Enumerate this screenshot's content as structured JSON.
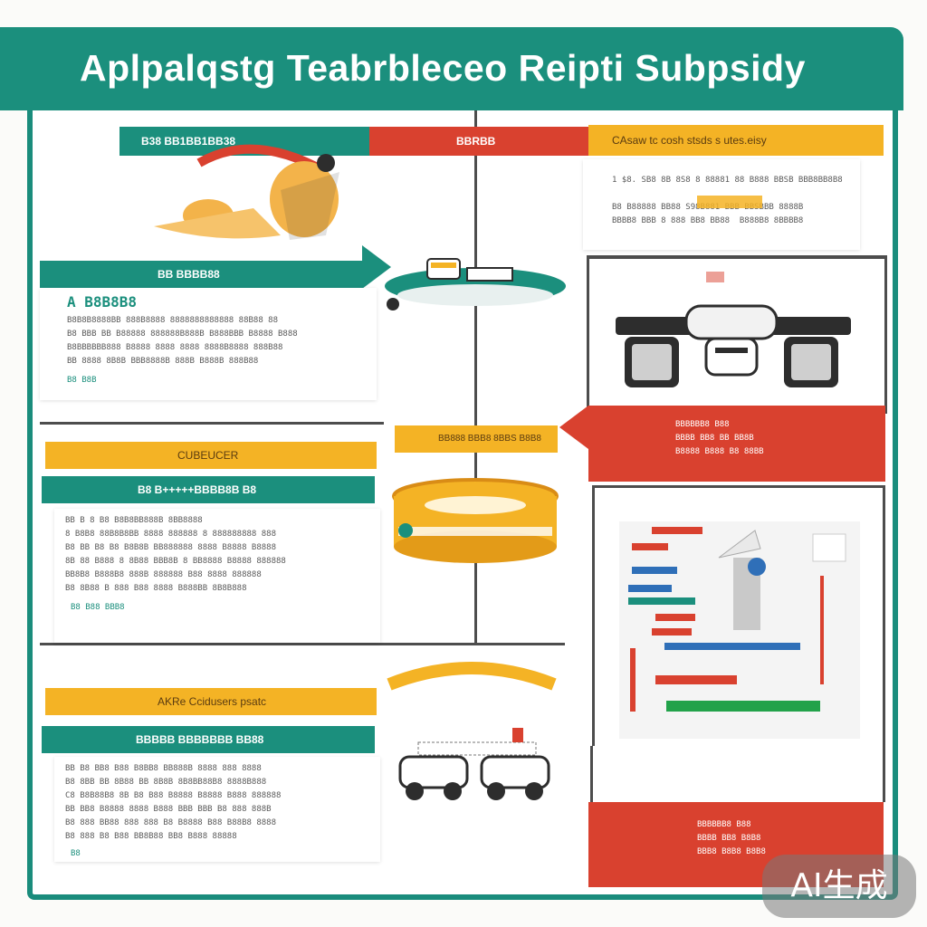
{
  "title": "Aplpalqstg Teabrbleceo Reipti Subpsidy",
  "badge": "AI生成",
  "colors": {
    "teal": "#1b8f7d",
    "red": "#d9412f",
    "yellow": "#f4b325",
    "line": "#4d4d4d"
  },
  "top": {
    "left_banner": "B38  BB1BB1BB38",
    "mid_banner": "BBRBB",
    "right_banner": "CAsaw tc cosh stsds  s utes.eisy",
    "right_text": "1 $8. SB8 8B 8S8 8 88881 88 B888 BBSB BBB8BB8B8\n\nB8 B88888 BB88 S98B881 BBB BBSBBB 8888B\nBBBB8 BBB 8 888 BB8 BB88  B888B8 8BBBB8"
  },
  "section1": {
    "banner": "BB BBBB88",
    "heading": "A B8B8B8",
    "body": "B8B8B8888BB 888B8888 8888888888888 88B88 88\nB8 BBB BB B88888 888888B888B B888BBB B8888 B888\nB8BBBBBB888 B8888 8888 8888 8888B8888 888B88\nBB 8888 8B8B BBB8888B 888B B888B 888B88",
    "footer": "B8 B8B"
  },
  "section2": {
    "banner_yellow": "CUBEUCER",
    "banner_teal": "B8 B+++++BBBB8B B8",
    "mid_ribbon": "BB888 BBB8 8BBS B8B8",
    "red_callout": "BBBBBB8 B88\nBBBB BB8 BB BB8B\nB8888 B888 B8 88BB",
    "body": "BB B 8 B8 B8B8BB888B 8BB8888\n8 B8B8 88B8B8BB 8888 888888 8 888888888 888\nB8 BB B8 B8 B8B8B BB888888 8888 B8888 B8888\n8B 88 B888 8 8B88 BBB8B 8 BB8888 B8888 888888\nBB8B8 B888B8 888B 888888 B88 8888 888888\nB8 8B88 B 888 B88 8888 B888BB 8B8B888",
    "footer": "B8 B88 BBB8"
  },
  "section3": {
    "banner_yellow": "AKRe Ccidusers psatc",
    "banner_teal": "BBBBB BBBBBBB BB88",
    "body": "BB B8 BB8 B88 B8BB8 BB888B 8888 888 8888\nB8 8BB BB 8B88 BB 8B8B 8B8BB88B8 8888B888\nC8 B8B88B8 8B B8 B88 B8888 B8888 B888 888888\nBB BB8 B8888 8888 B888 BBB BBB B8 888 888B\nB8 888 BB88 888 888 B8 B8888 B88 B88B8 8888\nB8 888 B8 B88 BB8B88 BB8 B888 88888",
    "footer": "B8"
  },
  "bottom_right": {
    "red_text": "BBBBBB8 B88\nBBBB BB8 B8B8\nBBB8 B8B8 B8B8"
  },
  "icons": [
    "hand-illustration",
    "ship-illustration",
    "vr-goggles-icon",
    "drum-illustration",
    "spreadsheet-diagram",
    "cars-illustration"
  ]
}
